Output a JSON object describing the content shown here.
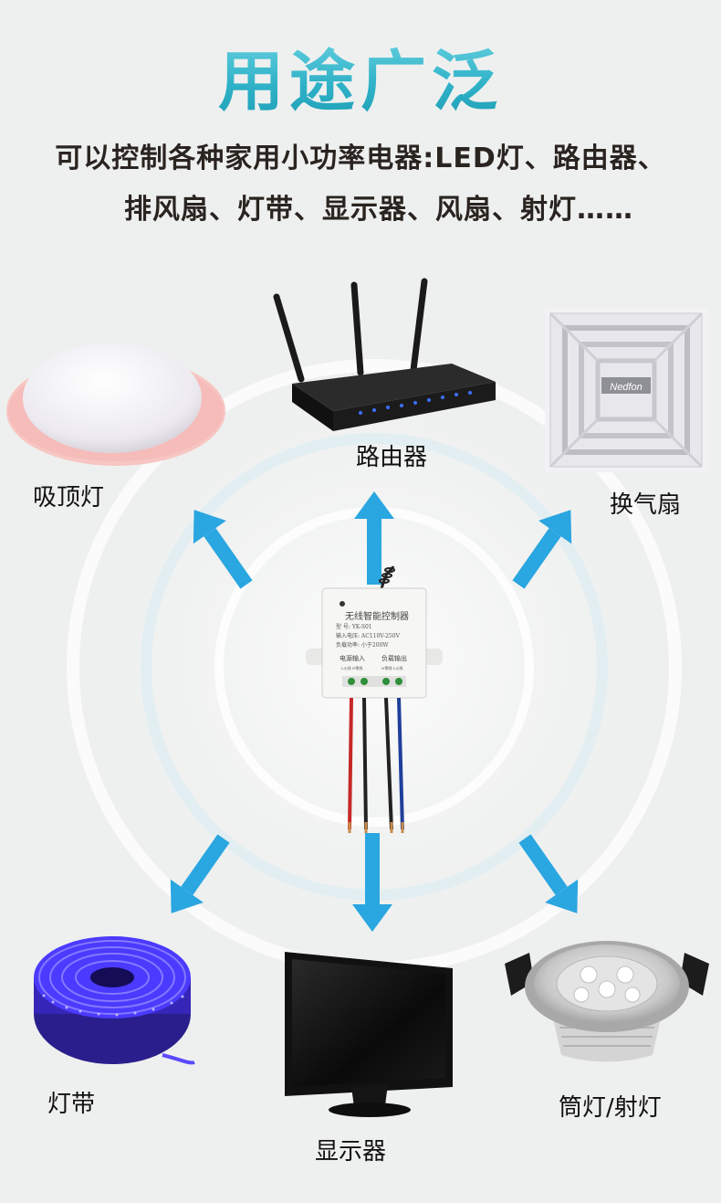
{
  "header": {
    "title": "用途广泛",
    "line1": "可以控制各种家用小功率电器:LED灯、路由器、",
    "line2": "排风扇、灯带、显示器、风扇、射灯……"
  },
  "devices": {
    "ceiling_light": "吸顶灯",
    "router": "路由器",
    "exhaust_fan": "换气扇",
    "led_strip": "灯带",
    "monitor": "显示器",
    "spotlight": "筒灯/射灯"
  },
  "controller": {
    "name": "无线智能控制器",
    "model": "型    号:  YK-S01",
    "voltage": "输入电压:  AC110V-250V",
    "power": "负载功率:  小于200W",
    "input_label": "电源输入",
    "output_label": "负载输出",
    "terminal_in": "L火线 N零线",
    "terminal_out": "N零线 L火线"
  },
  "fan_brand": "Nedfon",
  "colors": {
    "arrow": "#2aa6e0",
    "title": "#3bbbd0",
    "led": "#3a2bff"
  }
}
